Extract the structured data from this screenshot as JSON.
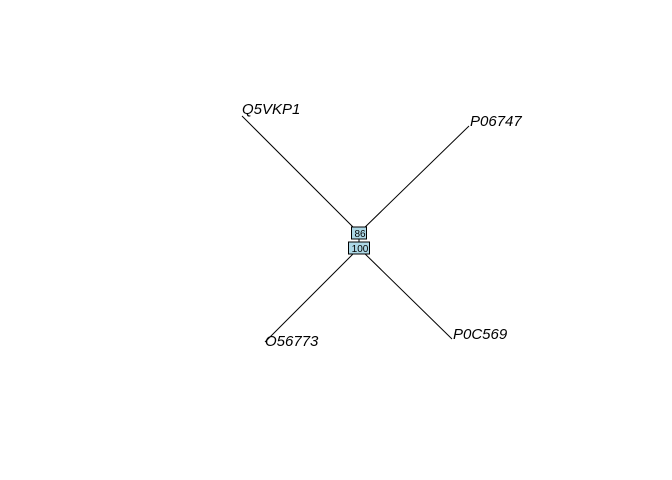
{
  "tree": {
    "tips": [
      {
        "id": "t1",
        "label": "Q5VKP1"
      },
      {
        "id": "t2",
        "label": "P06747"
      },
      {
        "id": "t3",
        "label": "O56773"
      },
      {
        "id": "t4",
        "label": "P0C569"
      }
    ],
    "internal_nodes": [
      {
        "id": "n1",
        "support": "86"
      },
      {
        "id": "n2",
        "support": "100"
      }
    ],
    "edges": [
      {
        "from": "n1",
        "to": "t1"
      },
      {
        "from": "n1",
        "to": "t2"
      },
      {
        "from": "n1",
        "to": "n2"
      },
      {
        "from": "n2",
        "to": "t3"
      },
      {
        "from": "n2",
        "to": "t4"
      }
    ],
    "node_box_color": "#add8e6",
    "line_color": "#000000"
  }
}
